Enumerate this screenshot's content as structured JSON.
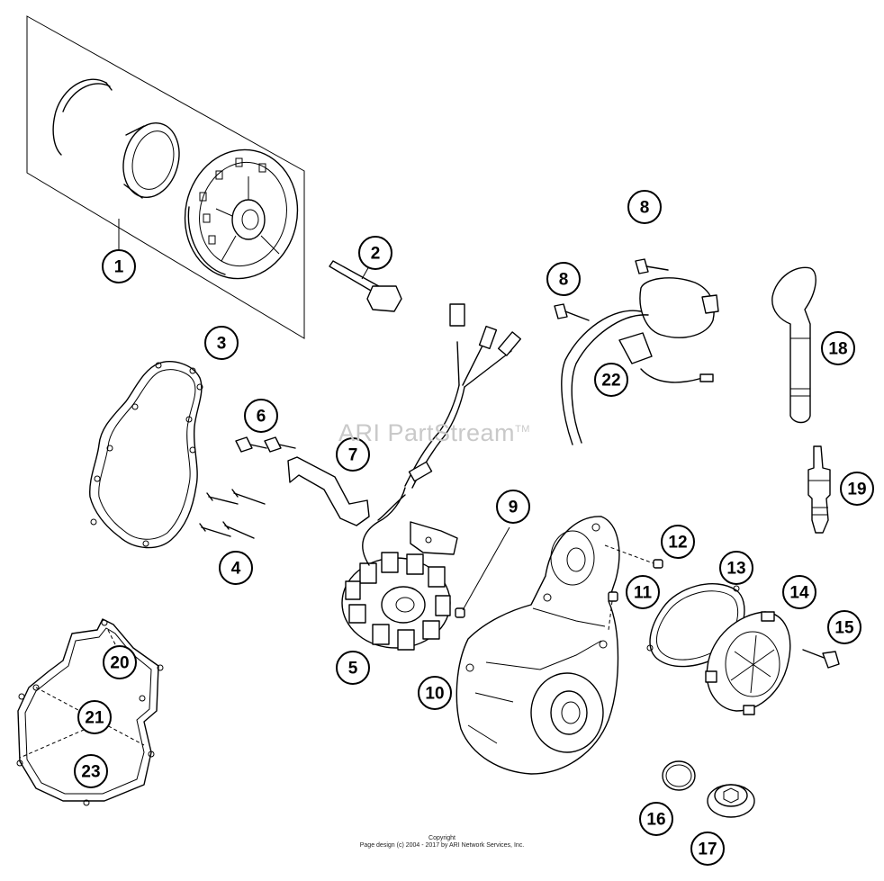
{
  "watermark": {
    "text": "ARI PartStream",
    "tm": "TM"
  },
  "footer": {
    "line1": "Copyright",
    "line2": "Page design (c) 2004 - 2017 by ARI Network Services, Inc."
  },
  "callouts": [
    {
      "id": "c1",
      "label": "1"
    },
    {
      "id": "c2",
      "label": "2"
    },
    {
      "id": "c3",
      "label": "3"
    },
    {
      "id": "c4",
      "label": "4"
    },
    {
      "id": "c5",
      "label": "5"
    },
    {
      "id": "c6",
      "label": "6"
    },
    {
      "id": "c7",
      "label": "7"
    },
    {
      "id": "c8a",
      "label": "8"
    },
    {
      "id": "c8b",
      "label": "8"
    },
    {
      "id": "c9",
      "label": "9"
    },
    {
      "id": "c10",
      "label": "10"
    },
    {
      "id": "c11",
      "label": "11"
    },
    {
      "id": "c12",
      "label": "12"
    },
    {
      "id": "c13",
      "label": "13"
    },
    {
      "id": "c14",
      "label": "14"
    },
    {
      "id": "c15",
      "label": "15"
    },
    {
      "id": "c16",
      "label": "16"
    },
    {
      "id": "c17",
      "label": "17"
    },
    {
      "id": "c18",
      "label": "18"
    },
    {
      "id": "c19",
      "label": "19"
    },
    {
      "id": "c20",
      "label": "20"
    },
    {
      "id": "c21",
      "label": "21"
    },
    {
      "id": "c22",
      "label": "22"
    },
    {
      "id": "c23",
      "label": "23"
    }
  ]
}
